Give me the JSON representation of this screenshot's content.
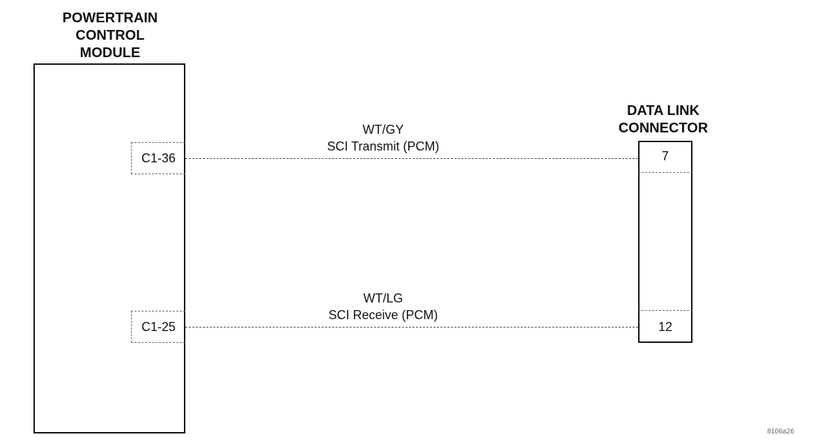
{
  "pcm": {
    "title_lines": [
      "POWERTRAIN",
      "CONTROL",
      "MODULE"
    ],
    "pins": [
      "C1-36",
      "C1-25"
    ]
  },
  "dlc": {
    "title_lines": [
      "DATA LINK",
      "CONNECTOR"
    ],
    "pins": [
      "7",
      "12"
    ]
  },
  "circuits": [
    {
      "wire_color": "WT/GY",
      "function": "SCI Transmit (PCM)"
    },
    {
      "wire_color": "WT/LG",
      "function": "SCI Receive (PCM)"
    }
  ],
  "figure_id": "8106a26"
}
